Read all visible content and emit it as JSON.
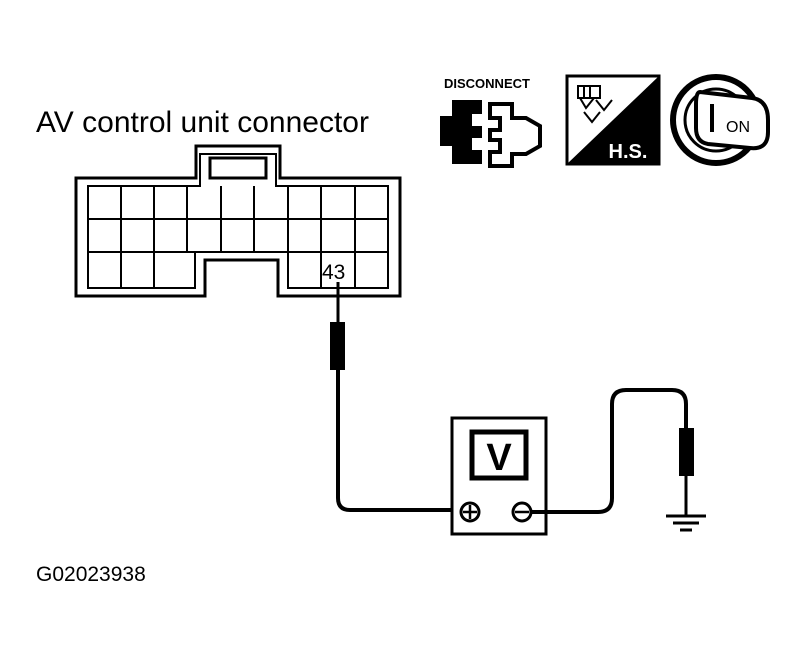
{
  "connector": {
    "label": "AV control unit connector",
    "terminal": "43"
  },
  "icons": {
    "disconnect": {
      "label": "DISCONNECT",
      "icon": "connector-disconnect-icon"
    },
    "harness_side": {
      "label": "H.S.",
      "icon": "harness-side-icon"
    },
    "ignition": {
      "label": "ON",
      "icon": "ignition-key-on-icon"
    }
  },
  "voltmeter": {
    "label": "V",
    "plus": "+",
    "minus": "−"
  },
  "figure_id": "G02023938"
}
